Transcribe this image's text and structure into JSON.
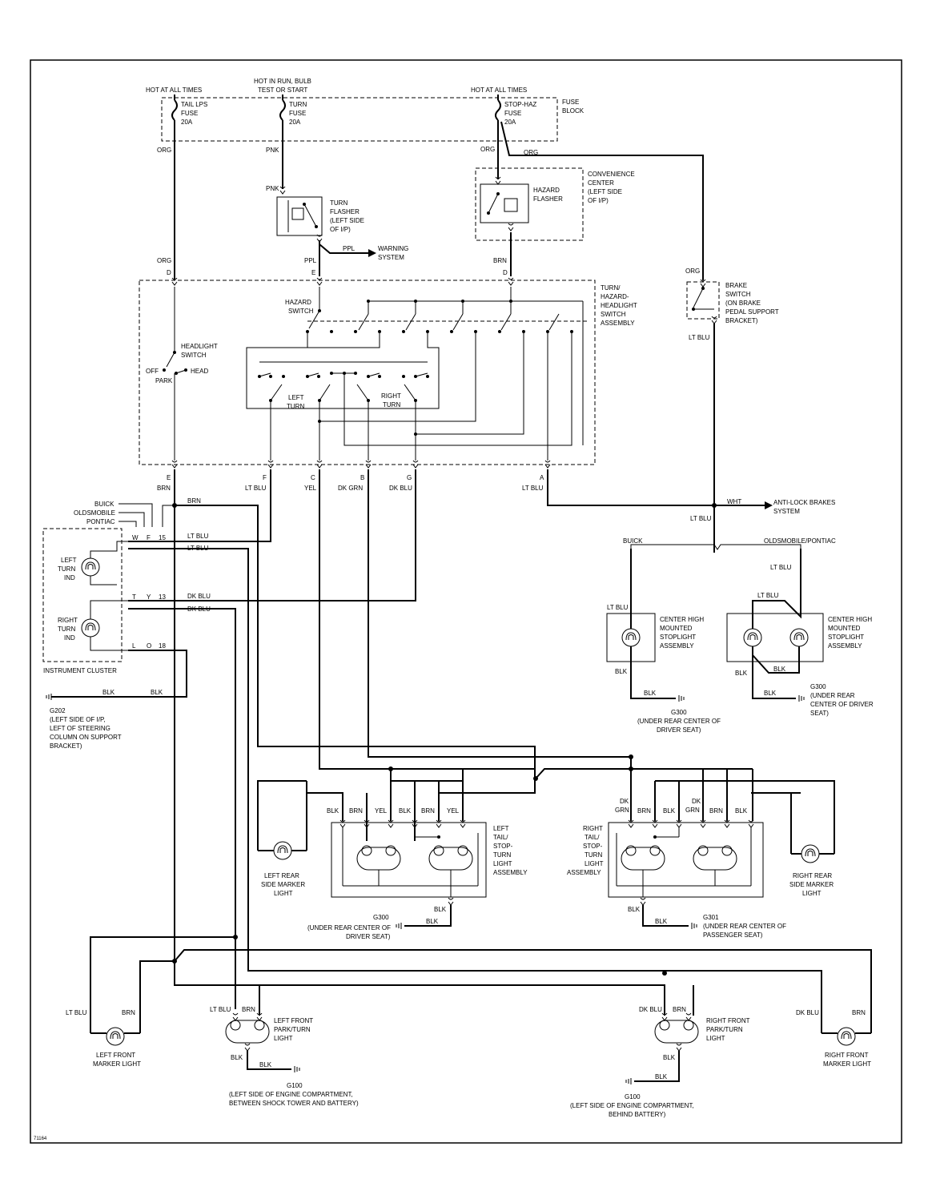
{
  "labels": {
    "hot_all_times_1": "HOT AT ALL TIMES",
    "hot_run_1": "HOT IN RUN, BULB",
    "hot_run_2": "TEST OR START",
    "hot_all_times_2": "HOT AT ALL TIMES",
    "tail_fuse_1": "TAIL LPS",
    "tail_fuse_2": "FUSE",
    "tail_fuse_3": "20A",
    "turn_fuse_1": "TURN",
    "turn_fuse_2": "FUSE",
    "turn_fuse_3": "20A",
    "stop_fuse_1": "STOP-HAZ",
    "stop_fuse_2": "FUSE",
    "stop_fuse_3": "20A",
    "fuse_block_1": "FUSE",
    "fuse_block_2": "BLOCK",
    "org_1": "ORG",
    "pnk_1": "PNK",
    "org_2": "ORG",
    "org_3": "ORG",
    "pnk_2": "PNK",
    "turn_flasher_1": "TURN",
    "turn_flasher_2": "FLASHER",
    "turn_flasher_3": "(LEFT SIDE",
    "turn_flasher_4": "OF I/P)",
    "conv_1": "CONVENIENCE",
    "conv_2": "CENTER",
    "conv_3": "(LEFT SIDE",
    "conv_4": "OF I/P)",
    "haz_flasher_1": "HAZARD",
    "haz_flasher_2": "FLASHER",
    "ppl_1": "PPL",
    "warning_1": "WARNING",
    "warning_2": "SYSTEM",
    "org_4": "ORG",
    "ppl_2": "PPL",
    "brn_1": "BRN",
    "org_5": "ORG",
    "pin_d1": "D",
    "pin_e1": "E",
    "pin_d2": "D",
    "turn_haz_1": "TURN/",
    "turn_haz_2": "HAZARD-",
    "turn_haz_3": "HEADLIGHT",
    "turn_haz_4": "SWITCH",
    "turn_haz_5": "ASSEMBLY",
    "brake_sw_1": "BRAKE",
    "brake_sw_2": "SWITCH",
    "brake_sw_3": "(ON BRAKE",
    "brake_sw_4": "PEDAL SUPPORT",
    "brake_sw_5": "BRACKET)",
    "lt_blu_brake": "LT BLU",
    "hazard_sw_1": "HAZARD",
    "hazard_sw_2": "SWITCH",
    "headlight_sw_1": "HEADLIGHT",
    "headlight_sw_2": "SWITCH",
    "off": "OFF",
    "head": "HEAD",
    "park": "PARK",
    "left_turn_1": "LEFT",
    "left_turn_2": "TURN",
    "right_turn_1": "RIGHT",
    "right_turn_2": "TURN",
    "pin_e2": "E",
    "pin_f": "F",
    "pin_c": "C",
    "pin_b": "B",
    "pin_g": "G",
    "pin_a": "A",
    "w_brn": "BRN",
    "w_ltblu_f": "LT BLU",
    "w_yel": "YEL",
    "w_dkgrn": "DK GRN",
    "w_dkblu": "DK BLU",
    "w_ltblu_a": "LT BLU",
    "buick_1": "BUICK",
    "olds_1": "OLDSMOBILE",
    "pontiac_1": "PONTIAC",
    "brn_bus": "BRN",
    "wht": "WHT",
    "abs_1": "ANTI-LOCK BRAKES",
    "abs_2": "SYSTEM",
    "lt_blu_abs": "LT BLU",
    "pin_w": "W",
    "pin_f2": "F",
    "pin_15": "15",
    "cl_ltblu1": "LT BLU",
    "cl_ltblu2": "LT BLU",
    "left_ind_1": "LEFT",
    "left_ind_2": "TURN",
    "left_ind_3": "IND",
    "pin_t": "T",
    "pin_y": "Y",
    "pin_13": "13",
    "cl_dkblu1": "DK BLU",
    "cl_dkblu2": "DK BLU",
    "right_ind_1": "RIGHT",
    "right_ind_2": "TURN",
    "right_ind_3": "IND",
    "pin_l": "L",
    "pin_o": "O",
    "pin_18": "18",
    "inst_cluster": "INSTRUMENT CLUSTER",
    "blk_g202a": "BLK",
    "blk_g202b": "BLK",
    "g202_1": "G202",
    "g202_2": "(LEFT SIDE OF I/P,",
    "g202_3": "LEFT OF STEERING",
    "g202_4": "COLUMN ON SUPPORT",
    "g202_5": "BRACKET)",
    "buick_2": "BUICK",
    "olds_2": "OLDSMOBILE/PONTIAC",
    "lt_blu_b": "LT BLU",
    "lt_blu_o1": "LT BLU",
    "lt_blu_o2": "LT BLU",
    "chms_b1": "CENTER HIGH",
    "chms_b2": "MOUNTED",
    "chms_b3": "STOPLIGHT",
    "chms_b4": "ASSEMBLY",
    "chms_o1": "CENTER HIGH",
    "chms_o2": "MOUNTED",
    "chms_o3": "STOPLIGHT",
    "chms_o4": "ASSEMBLY",
    "blk_cb1": "BLK",
    "blk_cb2": "BLK",
    "blk_co1": "BLK",
    "blk_co2": "BLK",
    "blk_co3": "BLK",
    "g300_b1": "G300",
    "g300_b2": "(UNDER REAR CENTER OF",
    "g300_b3": "DRIVER SEAT)",
    "g300_o1": "G300",
    "g300_o2": "(UNDER REAR",
    "g300_o3": "CENTER OF DRIVER",
    "g300_o4": "SEAT)",
    "lr_blk": "BLK",
    "lr_brn1": "BRN",
    "lr_yel1": "YEL",
    "lr_blk2": "BLK",
    "lr_brn2": "BRN",
    "lr_yel2": "YEL",
    "ltail_1": "LEFT",
    "ltail_2": "TAIL/",
    "ltail_3": "STOP-",
    "ltail_4": "TURN",
    "ltail_5": "LIGHT",
    "ltail_6": "ASSEMBLY",
    "lrsm_1": "LEFT REAR",
    "lrsm_2": "SIDE MARKER",
    "lrsm_3": "LIGHT",
    "lr_blk3": "BLK",
    "lr_blk4": "BLK",
    "g300_r1": "G300",
    "g300_r2": "(UNDER REAR CENTER OF",
    "g300_r3": "DRIVER SEAT)",
    "rr_dk1": "DK",
    "rr_grn1": "GRN",
    "rr_brn1": "BRN",
    "rr_blk1": "BLK",
    "rr_dk2": "DK",
    "rr_grn2": "GRN",
    "rr_brn2": "BRN",
    "rr_blk2": "BLK",
    "rtail_1": "RIGHT",
    "rtail_2": "TAIL/",
    "rtail_3": "STOP-",
    "rtail_4": "TURN",
    "rtail_5": "LIGHT",
    "rtail_6": "ASSEMBLY",
    "rrsm_1": "RIGHT REAR",
    "rrsm_2": "SIDE MARKER",
    "rrsm_3": "LIGHT",
    "rr_blk3": "BLK",
    "rr_blk4": "BLK",
    "g301_1": "G301",
    "g301_2": "(UNDER REAR CENTER OF",
    "g301_3": "PASSENGER SEAT)",
    "lf_ltblu": "LT BLU",
    "lf_brn": "BRN",
    "lfm_1": "LEFT FRONT",
    "lfm_2": "MARKER LIGHT",
    "lfp_ltblu": "LT BLU",
    "lfp_brn": "BRN",
    "lfp_1": "LEFT FRONT",
    "lfp_2": "PARK/TURN",
    "lfp_3": "LIGHT",
    "lfp_blk1": "BLK",
    "lfp_blk2": "BLK",
    "g100_l1": "G100",
    "g100_l2": "(LEFT SIDE OF ENGINE COMPARTMENT,",
    "g100_l3": "BETWEEN SHOCK TOWER AND BATTERY)",
    "rfp_dkblu": "DK BLU",
    "rfp_brn": "BRN",
    "rfp_1": "RIGHT FRONT",
    "rfp_2": "PARK/TURN",
    "rfp_3": "LIGHT",
    "rfp_blk1": "BLK",
    "rfp_blk2": "BLK",
    "g100_r1": "G100",
    "g100_r2": "(LEFT SIDE OF ENGINE COMPARTMENT,",
    "g100_r3": "BEHIND BATTERY)",
    "rf_dkblu": "DK BLU",
    "rf_brn": "BRN",
    "rfm_1": "RIGHT FRONT",
    "rfm_2": "MARKER LIGHT",
    "fig_id": "71164"
  }
}
